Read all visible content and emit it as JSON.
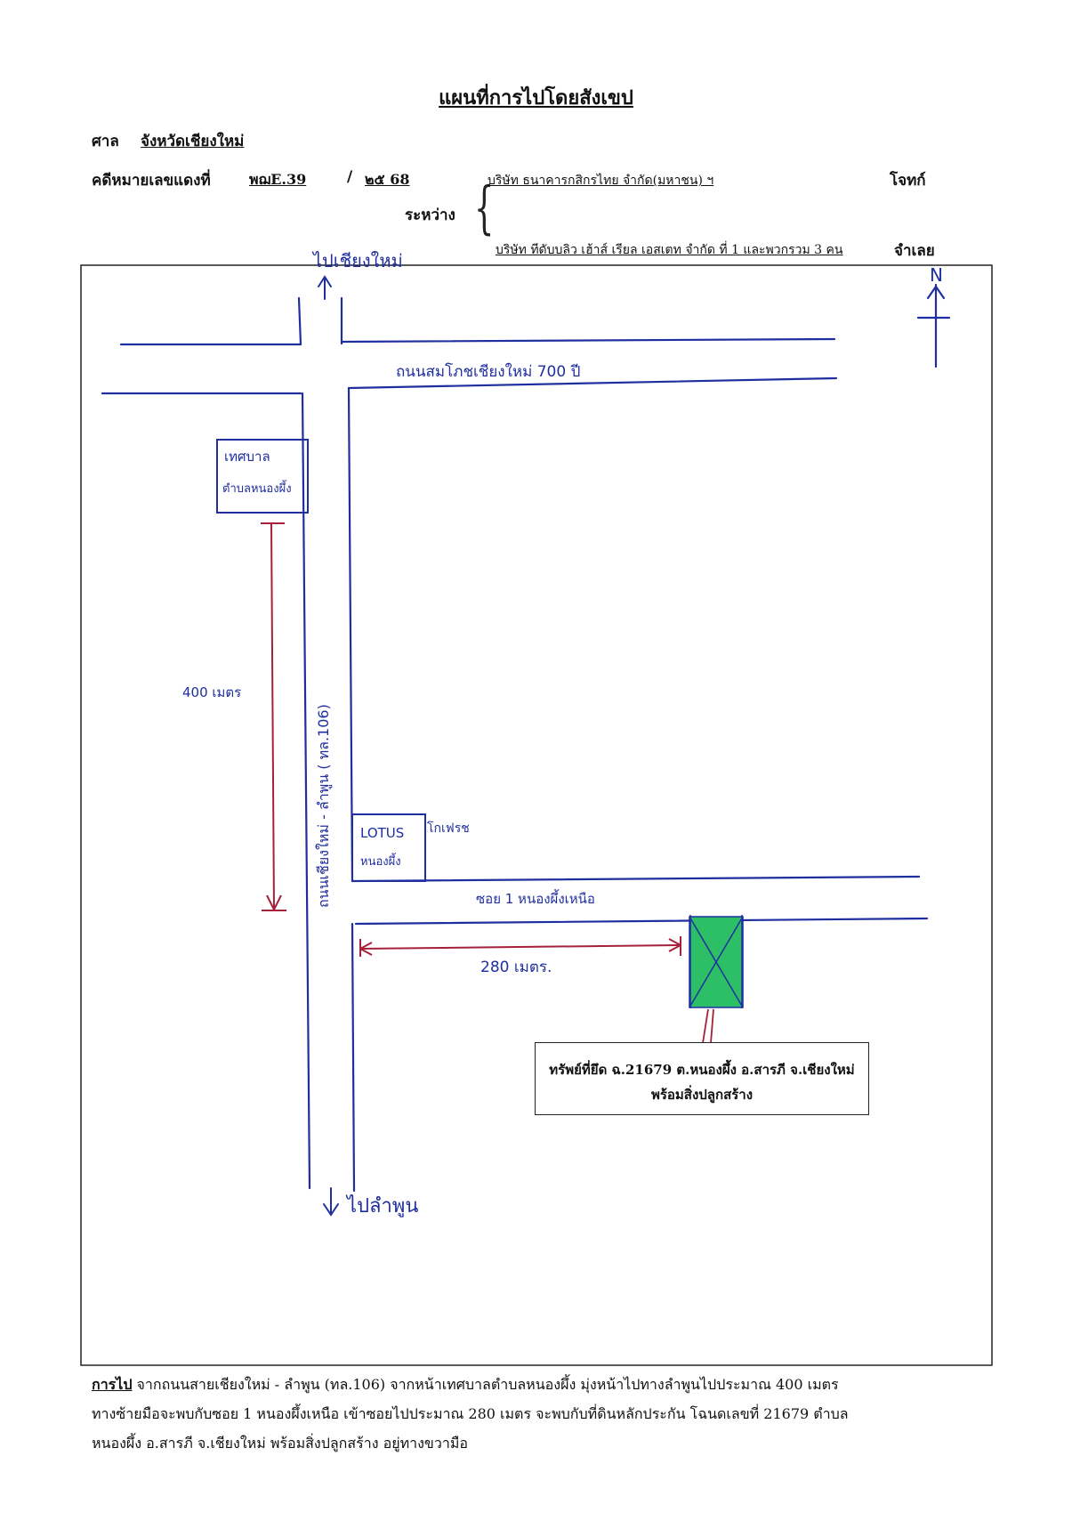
{
  "document": {
    "title": "แผนที่การไปโดยสังเขป",
    "court_label": "ศาล",
    "court_value": "จังหวัดเชียงใหม่",
    "case_label": "คดีหมายเลขแดงที่",
    "case_number": "พฌE.39",
    "case_slash": "/",
    "case_year": "๒๕ 68",
    "between_label": "ระหว่าง",
    "plaintiff_name": "บริษัท ธนาคารกสิกรไทย จำกัด(มหาชน) ฯ",
    "plaintiff_role": "โจทก์",
    "defendant_name": "บริษัท ทีดับบลิว เฮ้าส์ เรียล เอสเตท จำกัด ที่ 1 และพวกรวม 3 คน",
    "defendant_role": "จำเลย"
  },
  "map": {
    "to_chiang_mai": "ไปเชียงใหม่",
    "north": "N",
    "road_top": "ถนนสมโภชเชียงใหม่ 700 ปี",
    "municipality_line1": "เทศบาล",
    "municipality_line2": "ตำบลหนองผึ้ง",
    "distance_400": "400 เมตร",
    "main_road": "ถนนเชียงใหม่ - ลำพูน ( ทล.106)",
    "lotus_line1": "LOTUS",
    "lotus_line2": "หนองผึ้ง",
    "lotus_suffix": "โกเฟรช",
    "soi_label": "ซอย 1 หนองผึ้งเหนือ",
    "distance_280": "280 เมตร.",
    "to_lamphun": "ไปลำพูน",
    "property_color": "#2dbf66",
    "ink_color": "#1f2fa0",
    "measure_color": "#a5203a",
    "note_line1": "ทรัพย์ที่ยึด ฉ.21679 ต.หนองผึ้ง อ.สารภี จ.เชียงใหม่",
    "note_line2": "พร้อมสิ่งปลูกสร้าง"
  },
  "directions": {
    "heading": "การไป",
    "line1_rest": " จากถนนสายเชียงใหม่ - ลำพูน (ทล.106) จากหน้าเทศบาลตำบลหนองผึ้ง มุ่งหน้าไปทางลำพูนไปประมาณ 400 เมตร",
    "line2": "ทางซ้ายมือจะพบกับซอย 1 หนองผึ้งเหนือ เข้าซอยไปประมาณ 280 เมตร จะพบกับที่ดินหลักประกัน โฉนดเลขที่ 21679 ตำบล",
    "line3": "หนองผึ้ง อ.สารภี จ.เชียงใหม่ พร้อมสิ่งปลูกสร้าง อยู่ทางขวามือ"
  }
}
